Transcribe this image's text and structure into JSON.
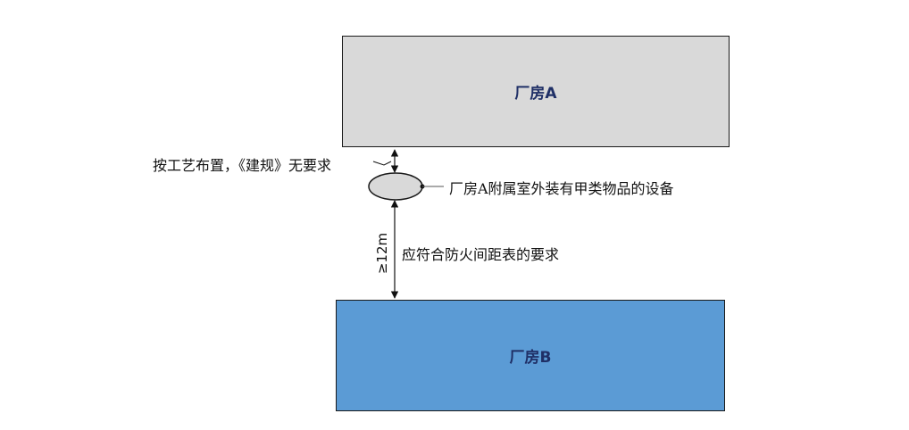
{
  "boxes": {
    "a_label": "厂房A",
    "b_label": "厂房B"
  },
  "labels": {
    "process": "按工艺布置，《建规》无要求",
    "device": "厂房A附属室外装有甲类物品的设备",
    "fire_rule": "应符合防火间距表的要求",
    "distance": "≥12m"
  },
  "colors": {
    "box_a_fill": "#d9d9d9",
    "box_b_fill": "#5b9bd5",
    "box_text": "#1f2f66",
    "device_fill": "#d9d9d9"
  }
}
